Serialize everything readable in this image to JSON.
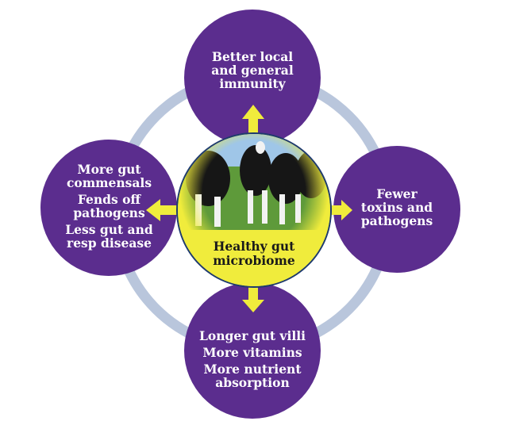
{
  "center": {
    "lines": [
      "Healthy gut",
      "microbiome"
    ]
  },
  "top": {
    "lines": [
      "Better local",
      "and general",
      "immunity"
    ]
  },
  "right": {
    "lines": [
      "Fewer",
      "toxins and",
      "pathogens"
    ]
  },
  "bottom": {
    "items": [
      [
        "Longer gut villi"
      ],
      [
        "More vitamins"
      ],
      [
        "More nutrient",
        "absorption"
      ]
    ]
  },
  "left": {
    "items": [
      [
        "More gut",
        "commensals"
      ],
      [
        "Fends off",
        "pathogens"
      ],
      [
        "Less gut and",
        "resp disease"
      ]
    ]
  },
  "colors": {
    "purple": "#5b2d8e",
    "yellow": "#f0ec3c",
    "ring": "#b9c6dc"
  }
}
